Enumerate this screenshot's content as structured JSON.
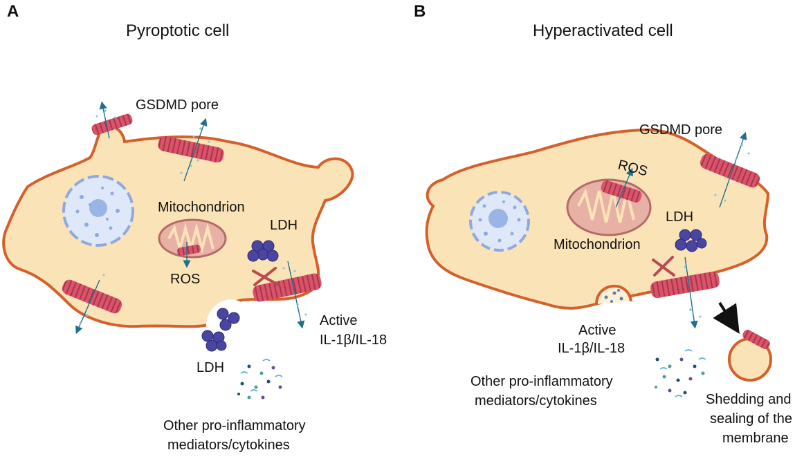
{
  "panels": [
    {
      "letter": "A",
      "title": "Pyroptotic cell",
      "labels": {
        "pore": "GSDMD pore",
        "mito": "Mitochondrion",
        "ros": "ROS",
        "ldh_inside": "LDH",
        "ldh_released": "LDH",
        "active_1": "Active",
        "active_2": "IL-1β/IL-18",
        "other_1": "Other pro-inflammatory",
        "other_2": "mediators/cytokines"
      }
    },
    {
      "letter": "B",
      "title": "Hyperactivated cell",
      "labels": {
        "pore": "GSDMD pore",
        "ros": "ROS",
        "ldh": "LDH",
        "mito": "Mitochondrion",
        "active_1": "Active",
        "active_2": "IL-1β/IL-18",
        "other_1": "Other pro-inflammatory",
        "other_2": "mediators/cytokines",
        "shed_1": "Shedding and",
        "shed_2": "sealing of the",
        "shed_3": "membrane"
      }
    }
  ],
  "colors": {
    "cytoplasm": "#fbe3b8",
    "membrane": "#d4602a",
    "pore": "#d9546a",
    "pore_stripe": "#a8344a",
    "mitochondrion": "#e8b1a6",
    "mito_outline": "#b46b66",
    "nucleus": "#dfe8f8",
    "nucleus_outline": "#8fa9df",
    "ldh": "#4a45a0",
    "arrow": "#1f6f8b",
    "cross": "#b84a50"
  }
}
